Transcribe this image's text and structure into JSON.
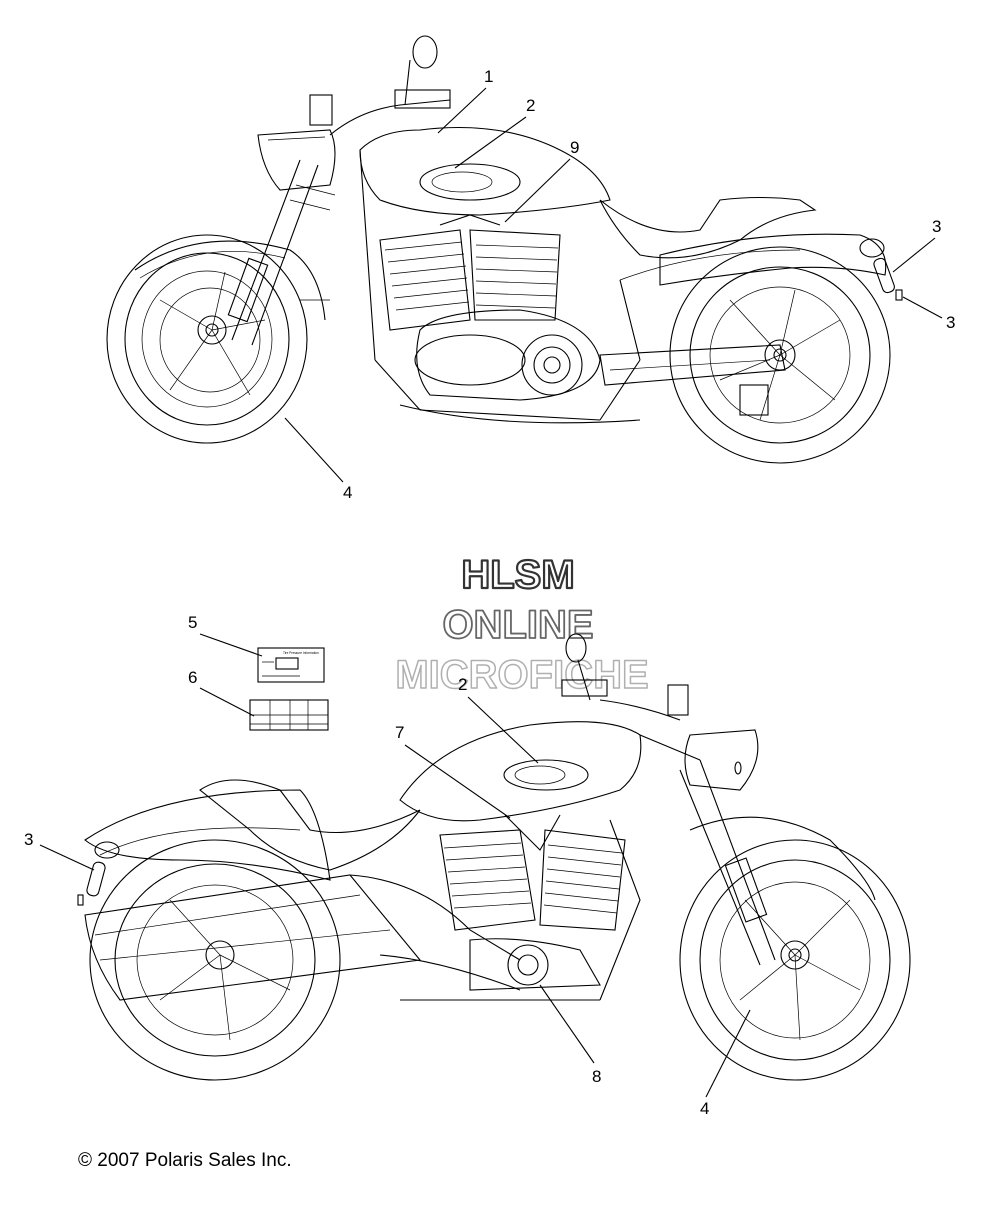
{
  "watermark": {
    "line1": "HLSM",
    "line2": "ONLINE",
    "line3": "MICROFICHE"
  },
  "copyright": "© 2007 Polaris Sales Inc.",
  "callouts": {
    "top_1": "1",
    "top_2": "2",
    "top_9": "9",
    "top_3a": "3",
    "top_3b": "3",
    "top_4": "4",
    "bot_5": "5",
    "bot_6": "6",
    "bot_2": "2",
    "bot_7": "7",
    "bot_3": "3",
    "bot_8": "8",
    "bot_4": "4"
  },
  "decal_5": {
    "title": "Tire Pressure Information"
  },
  "colors": {
    "line": "#000000",
    "background": "#ffffff",
    "watermark_outline": "#333333",
    "watermark_faint": "#b0b0b0"
  }
}
